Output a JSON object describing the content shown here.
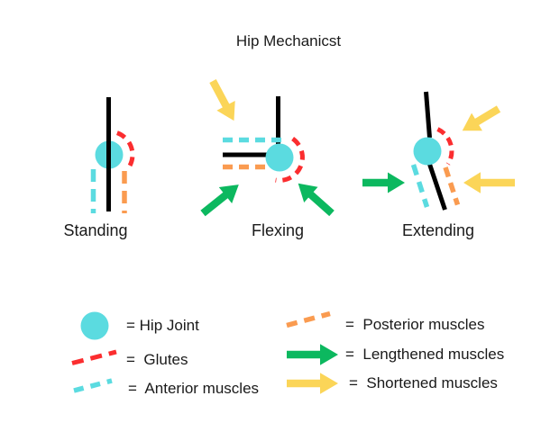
{
  "title": "Hip Mechanicst",
  "figures": [
    {
      "label": "Standing",
      "parts": [
        "hip-joint-circle",
        "torso-leg-line",
        "glutes-arc",
        "anterior-muscles-dashes",
        "posterior-muscles-dashes"
      ],
      "arrows": []
    },
    {
      "label": "Flexing",
      "parts": [
        "hip-joint-circle",
        "torso-line",
        "leg-line",
        "glutes-arc",
        "anterior-muscles-dashes",
        "posterior-muscles-dashes"
      ],
      "arrows": [
        "shortened-muscles-arrow-top-left",
        "lengthened-muscles-arrow-bottom-left",
        "lengthened-muscles-arrow-bottom-right"
      ]
    },
    {
      "label": "Extending",
      "parts": [
        "hip-joint-circle",
        "torso-line",
        "leg-line",
        "glutes-arc",
        "anterior-muscles-dashes",
        "posterior-muscles-dashes"
      ],
      "arrows": [
        "lengthened-muscles-arrow-left",
        "shortened-muscles-arrow-top-right",
        "shortened-muscles-arrow-right"
      ]
    }
  ],
  "legend": {
    "items": [
      {
        "icon": "hip-joint-circle-icon",
        "label": "= Hip Joint"
      },
      {
        "icon": "glutes-dashed-line-icon",
        "label": "=  Glutes"
      },
      {
        "icon": "anterior-muscles-dashed-line-icon",
        "label": "=  Anterior muscles"
      },
      {
        "icon": "posterior-muscles-dashed-line-icon",
        "label": "=  Posterior muscles"
      },
      {
        "icon": "lengthened-muscles-arrow-icon",
        "label": "=  Lengthened muscles"
      },
      {
        "icon": "shortened-muscles-arrow-icon",
        "label": "=  Shortened muscles"
      }
    ]
  },
  "colors": {
    "hip-joint": "#5bdbe0",
    "glutes": "#fb2d2f",
    "anterior": "#5bdbe0",
    "posterior": "#fa9b50",
    "lengthened": "#0cb85f",
    "shortened": "#fbd558",
    "line": "#000000",
    "text": "#1a1a1a",
    "background": "#ffffff"
  }
}
